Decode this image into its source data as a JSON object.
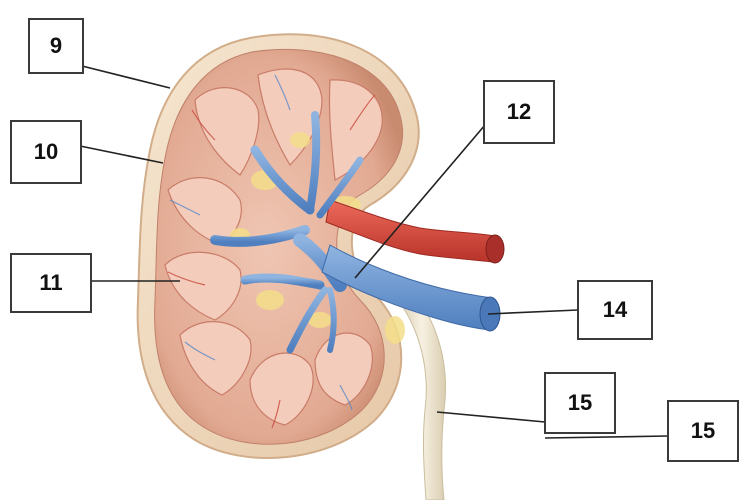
{
  "labels": {
    "l9": "9",
    "l10": "10",
    "l11": "11",
    "l12": "12",
    "l14": "14",
    "l15a": "15",
    "l15b": "15"
  },
  "colors": {
    "capsule": "#f0dcc4",
    "cortex": "#e8b9a4",
    "pyramid": "#f2c7b6",
    "vein": "#6f9bd1",
    "artery": "#d9463a",
    "ureter": "#efe7d2",
    "fat": "#f4de8a",
    "leader_line": "#222222"
  }
}
